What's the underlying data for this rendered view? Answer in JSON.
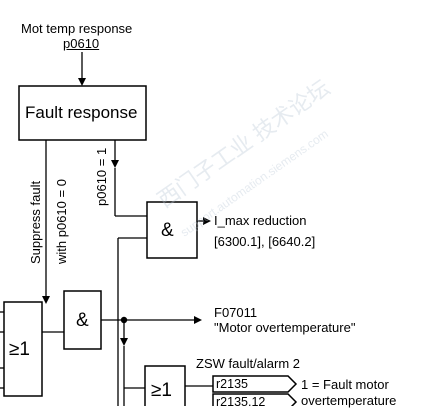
{
  "header": {
    "title": "Mot temp response",
    "param": "p0610"
  },
  "blocks": {
    "fault_response": "Fault response",
    "and_top": "&",
    "and_mid": "&",
    "or_left": "≥1",
    "or_bottom": "≥1"
  },
  "branches": {
    "p0610_one": "p0610 = 1",
    "suppress_line1": "Suppress fault",
    "suppress_line2": "with p0610 = 0"
  },
  "outputs": {
    "imax_line1": "I_max reduction",
    "imax_line2": "[6300.1], [6640.2]",
    "fault_code": "F07011",
    "fault_text": "\"Motor overtemperature\"",
    "zsw_label": "ZSW fault/alarm 2",
    "r2135": "r2135",
    "r2135_12": "r2135.12",
    "fault_motor_line1": "1 = Fault motor",
    "fault_motor_line2": "overtemperature"
  },
  "watermark": {
    "line1": "西门子工业 技术论坛",
    "line2": "support.automation.siemens.com"
  }
}
